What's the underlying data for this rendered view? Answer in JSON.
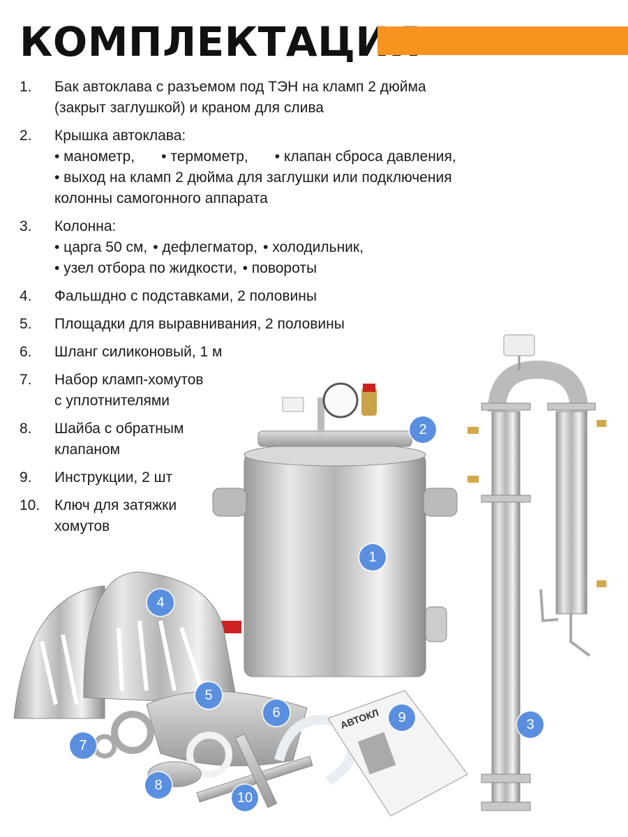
{
  "title": "КОМПЛЕКТАЦИЯ",
  "colors": {
    "accent": "#f7931e",
    "badge": "#5a8fe0"
  },
  "items": [
    {
      "num": "1.",
      "lines": [
        "Бак автоклава с разъемом под ТЭН на кламп 2 дюйма",
        "(закрыт заглушкой) и краном для слива"
      ]
    },
    {
      "num": "2.",
      "head": "Крышка автоклава:",
      "sub1": [
        "• манометр,",
        "• термометр,",
        "• клапан сброса давления,"
      ],
      "sub2": "• выход на кламп 2 дюйма для заглушки или подключения",
      "sub3": "колонны самогонного аппарата"
    },
    {
      "num": "3.",
      "head": "Колонна:",
      "sub1": [
        "• царга 50 см,",
        "• дефлегматор,",
        "• холодильник,"
      ],
      "sub2": [
        "• узел отбора по жидкости,",
        "• повороты"
      ]
    },
    {
      "num": "4.",
      "text": "Фальшдно с подставками, 2 половины"
    },
    {
      "num": "5.",
      "text": "Площадки для выравнивания, 2 половины"
    },
    {
      "num": "6.",
      "text": "Шланг силиконовый, 1 м"
    },
    {
      "num": "7.",
      "lines": [
        "Набор кламп-хомутов",
        "с уплотнителями"
      ]
    },
    {
      "num": "8.",
      "lines": [
        "Шайба с обратным",
        "клапаном"
      ]
    },
    {
      "num": "9.",
      "text": "Инструкции, 2 шт"
    },
    {
      "num": "10.",
      "lines": [
        "Ключ для затяжки",
        "хомутов"
      ]
    }
  ],
  "badges": [
    "1",
    "2",
    "3",
    "4",
    "5",
    "6",
    "7",
    "8",
    "9",
    "10"
  ],
  "manual_logo": "АВТОКЛ"
}
